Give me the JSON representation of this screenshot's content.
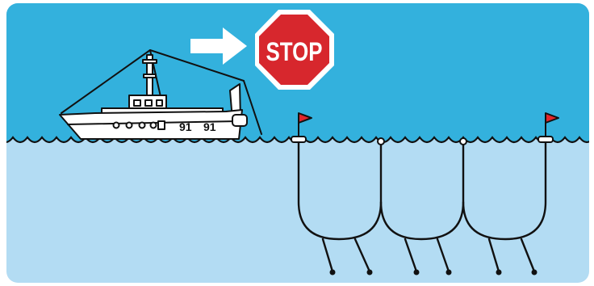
{
  "scene": {
    "sky_color": "#33b1dd",
    "water_color": "#b3dcf3",
    "line_color": "#111111"
  },
  "stop_sign": {
    "text": "STOP",
    "fill_color": "#d7272d",
    "text_color": "#ffffff"
  },
  "arrow": {
    "color": "#ffffff",
    "direction": "right"
  },
  "boat": {
    "hull_number_1": "91",
    "hull_number_2": "91",
    "hull_color": "#ffffff"
  },
  "flags": {
    "color": "#e3262b"
  },
  "icons": [
    "arrow-right-icon",
    "stop-sign-icon",
    "fishing-boat-icon",
    "marker-flag-icon",
    "buoy-icon",
    "net-icon"
  ]
}
